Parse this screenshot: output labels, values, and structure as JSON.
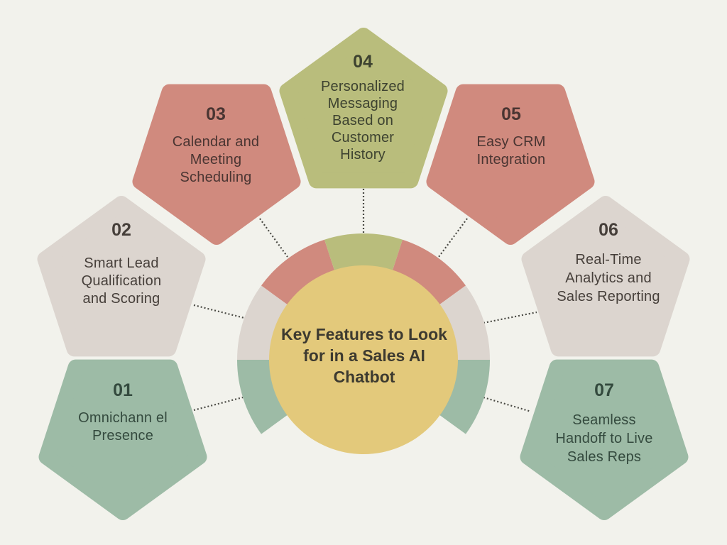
{
  "title": "Key Features to Look for in a Sales AI Chatbot",
  "colors": {
    "background": "#f2f2ec",
    "center": "#e3c97b",
    "red": "#d08a7e",
    "olive": "#b9bd7c",
    "gray": "#dcd5cf",
    "green": "#9dbba6",
    "connector": "#4a4a44"
  },
  "features": [
    {
      "num": "01",
      "label": "Omnichannel Presence",
      "label_display": "Omnichann el Presence",
      "color": "green"
    },
    {
      "num": "02",
      "label": "Smart Lead Qualification and Scoring",
      "color": "gray"
    },
    {
      "num": "03",
      "label": "Calendar and Meeting Scheduling",
      "color": "red"
    },
    {
      "num": "04",
      "label": "Personalized Messaging Based on Customer History",
      "color": "olive"
    },
    {
      "num": "05",
      "label": "Easy CRM Integration",
      "color": "red"
    },
    {
      "num": "06",
      "label": "Real-Time Analytics and Sales Reporting",
      "color": "gray"
    },
    {
      "num": "07",
      "label": "Seamless Handoff to Live Sales Reps",
      "color": "green"
    }
  ]
}
